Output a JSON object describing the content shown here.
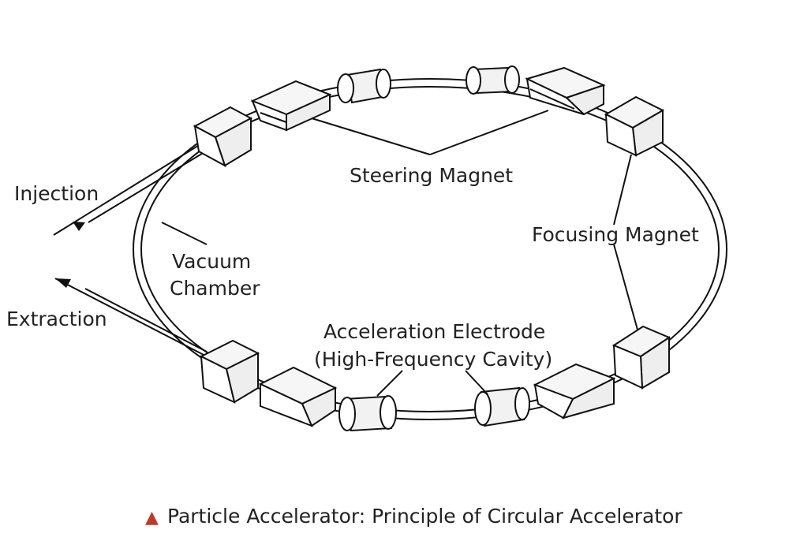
{
  "labels": {
    "steering_magnet": "Steering Magnet",
    "focusing_magnet": "Focusing Magnet",
    "injection": "Injection",
    "extraction": "Extraction",
    "vacuum_line1": "Vacuum",
    "vacuum_line2": "Chamber",
    "accel_line1": "Acceleration Electrode",
    "accel_line2": "(High-Frequency Cavity)"
  },
  "caption": {
    "marker": "▲",
    "text": "Particle Accelerator: Principle of Circular Accelerator"
  },
  "colors": {
    "caption_marker": "#c0392b",
    "ink": "#111111"
  }
}
